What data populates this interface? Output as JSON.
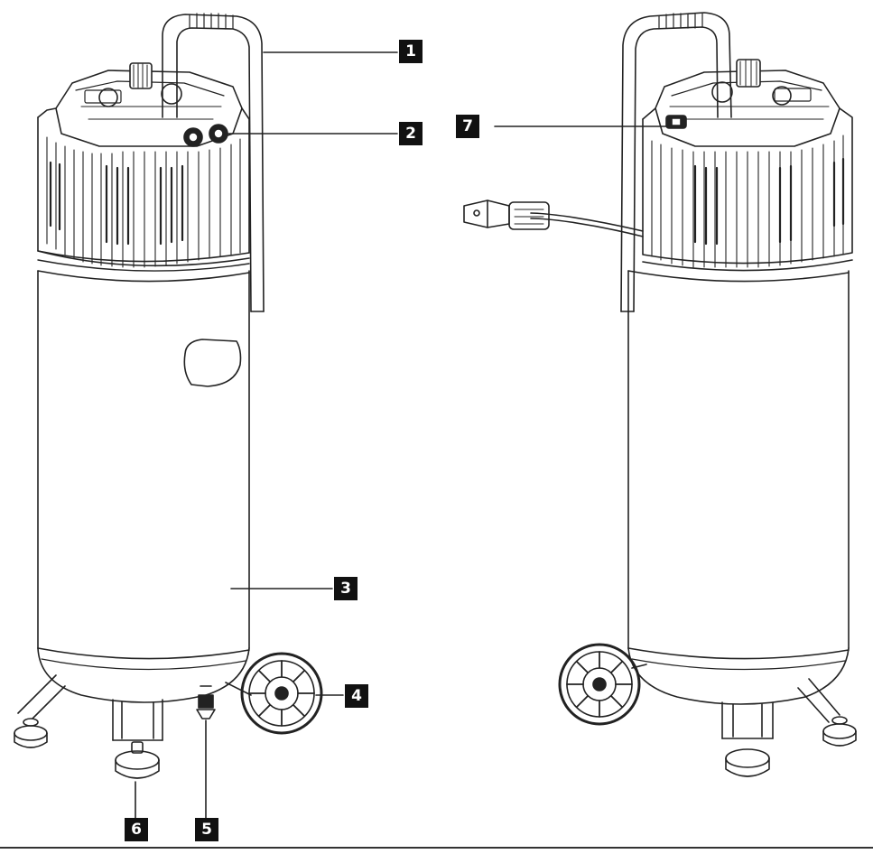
{
  "callouts": [
    {
      "id": "1",
      "label": "1"
    },
    {
      "id": "2",
      "label": "2"
    },
    {
      "id": "3",
      "label": "3"
    },
    {
      "id": "4",
      "label": "4"
    },
    {
      "id": "5",
      "label": "5"
    },
    {
      "id": "6",
      "label": "6"
    },
    {
      "id": "7",
      "label": "7"
    }
  ],
  "colors": {
    "line": "#222222",
    "callout_bg": "#111111",
    "callout_text": "#ffffff",
    "background": "#ffffff"
  }
}
